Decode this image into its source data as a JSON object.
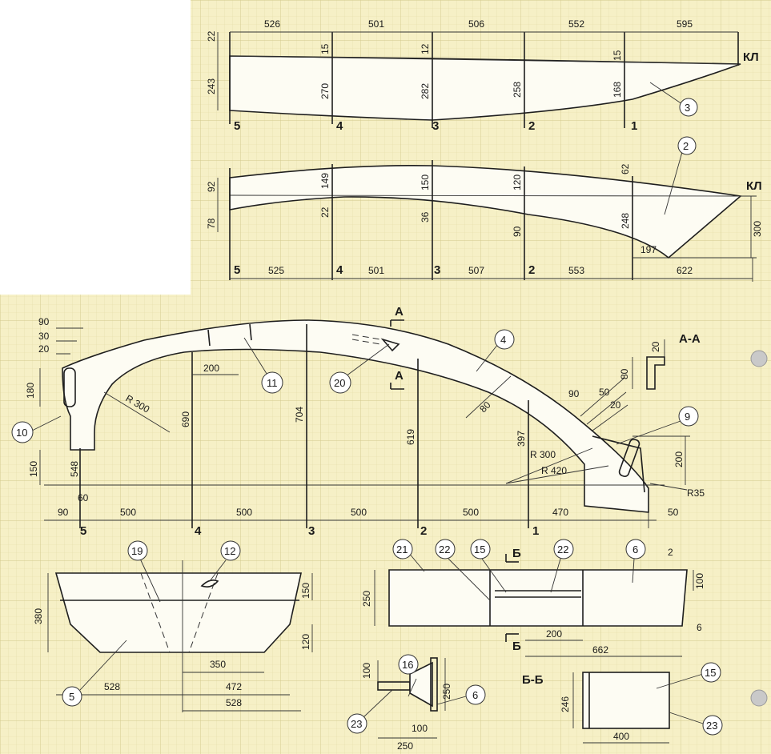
{
  "colors": {
    "paper": "#f6f0c6",
    "grid": "#d8cf96",
    "ink": "#1e1e1e",
    "part": "#fdfcf3"
  },
  "top": {
    "spans": [
      "526",
      "501",
      "506",
      "552",
      "595"
    ],
    "left": {
      "a": "22",
      "b": "243"
    },
    "gaps": [
      "15",
      "12",
      "15"
    ],
    "heights": [
      "270",
      "282",
      "258",
      "168"
    ],
    "stations": [
      "5",
      "4",
      "3",
      "2",
      "1"
    ],
    "kl": "КЛ",
    "callout": "3"
  },
  "middle": {
    "left": {
      "a": "92",
      "b": "78"
    },
    "upper": [
      "149",
      "150",
      "120",
      "62"
    ],
    "lower": [
      "22",
      "36",
      "90",
      "248"
    ],
    "right": "300",
    "kl": "КЛ",
    "callout": "2",
    "spans": [
      "525",
      "501",
      "507",
      "553"
    ],
    "tail": {
      "a": "197",
      "b": "622"
    },
    "stations": [
      "5",
      "4",
      "3",
      "2",
      "1"
    ]
  },
  "frame": {
    "left_dims": {
      "d90": "90",
      "d30": "30",
      "d20": "20",
      "d180": "180",
      "d150": "150",
      "d548": "548",
      "d60": "60",
      "d90b": "90"
    },
    "radius": "R 300",
    "h690": "690",
    "h704": "704",
    "h619": "619",
    "h397": "397",
    "w200": "200",
    "w80": "80",
    "d90r": "90",
    "d50r": "50",
    "d20r": "20",
    "r300": "R 300",
    "r420": "R 420",
    "h200": "200",
    "r35": "R35",
    "d50end": "50",
    "spans": [
      "500",
      "500",
      "500",
      "500",
      "470"
    ],
    "stations": [
      "5",
      "4",
      "3",
      "2",
      "1"
    ],
    "sect": "А",
    "callouts": {
      "c4": "4",
      "c9": "9",
      "c10": "10",
      "c11": "11",
      "c20": "20"
    }
  },
  "section_aa": {
    "title": "А-А",
    "d20": "20",
    "d80": "80"
  },
  "trough": {
    "h380": "380",
    "h150": "150",
    "h120": "120",
    "w350": "350",
    "w528a": "528",
    "w472": "472",
    "w528b": "528",
    "callouts": {
      "c19": "19",
      "c12": "12",
      "c5": "5"
    }
  },
  "panel": {
    "h250": "250",
    "h100": "100",
    "d2": "2",
    "d6": "6",
    "w200": "200",
    "w662": "662",
    "sect": "Б",
    "callouts": {
      "c21": "21",
      "c22a": "22",
      "c15": "15",
      "c22b": "22",
      "c6": "6"
    }
  },
  "bracket": {
    "h100": "100",
    "h250": "250",
    "w100": "100",
    "w250": "250",
    "callouts": {
      "c16": "16",
      "c6": "6",
      "c23": "23"
    }
  },
  "section_bb": {
    "title": "Б-Б",
    "h246": "246",
    "w400": "400",
    "callouts": {
      "c15": "15",
      "c23": "23"
    }
  }
}
